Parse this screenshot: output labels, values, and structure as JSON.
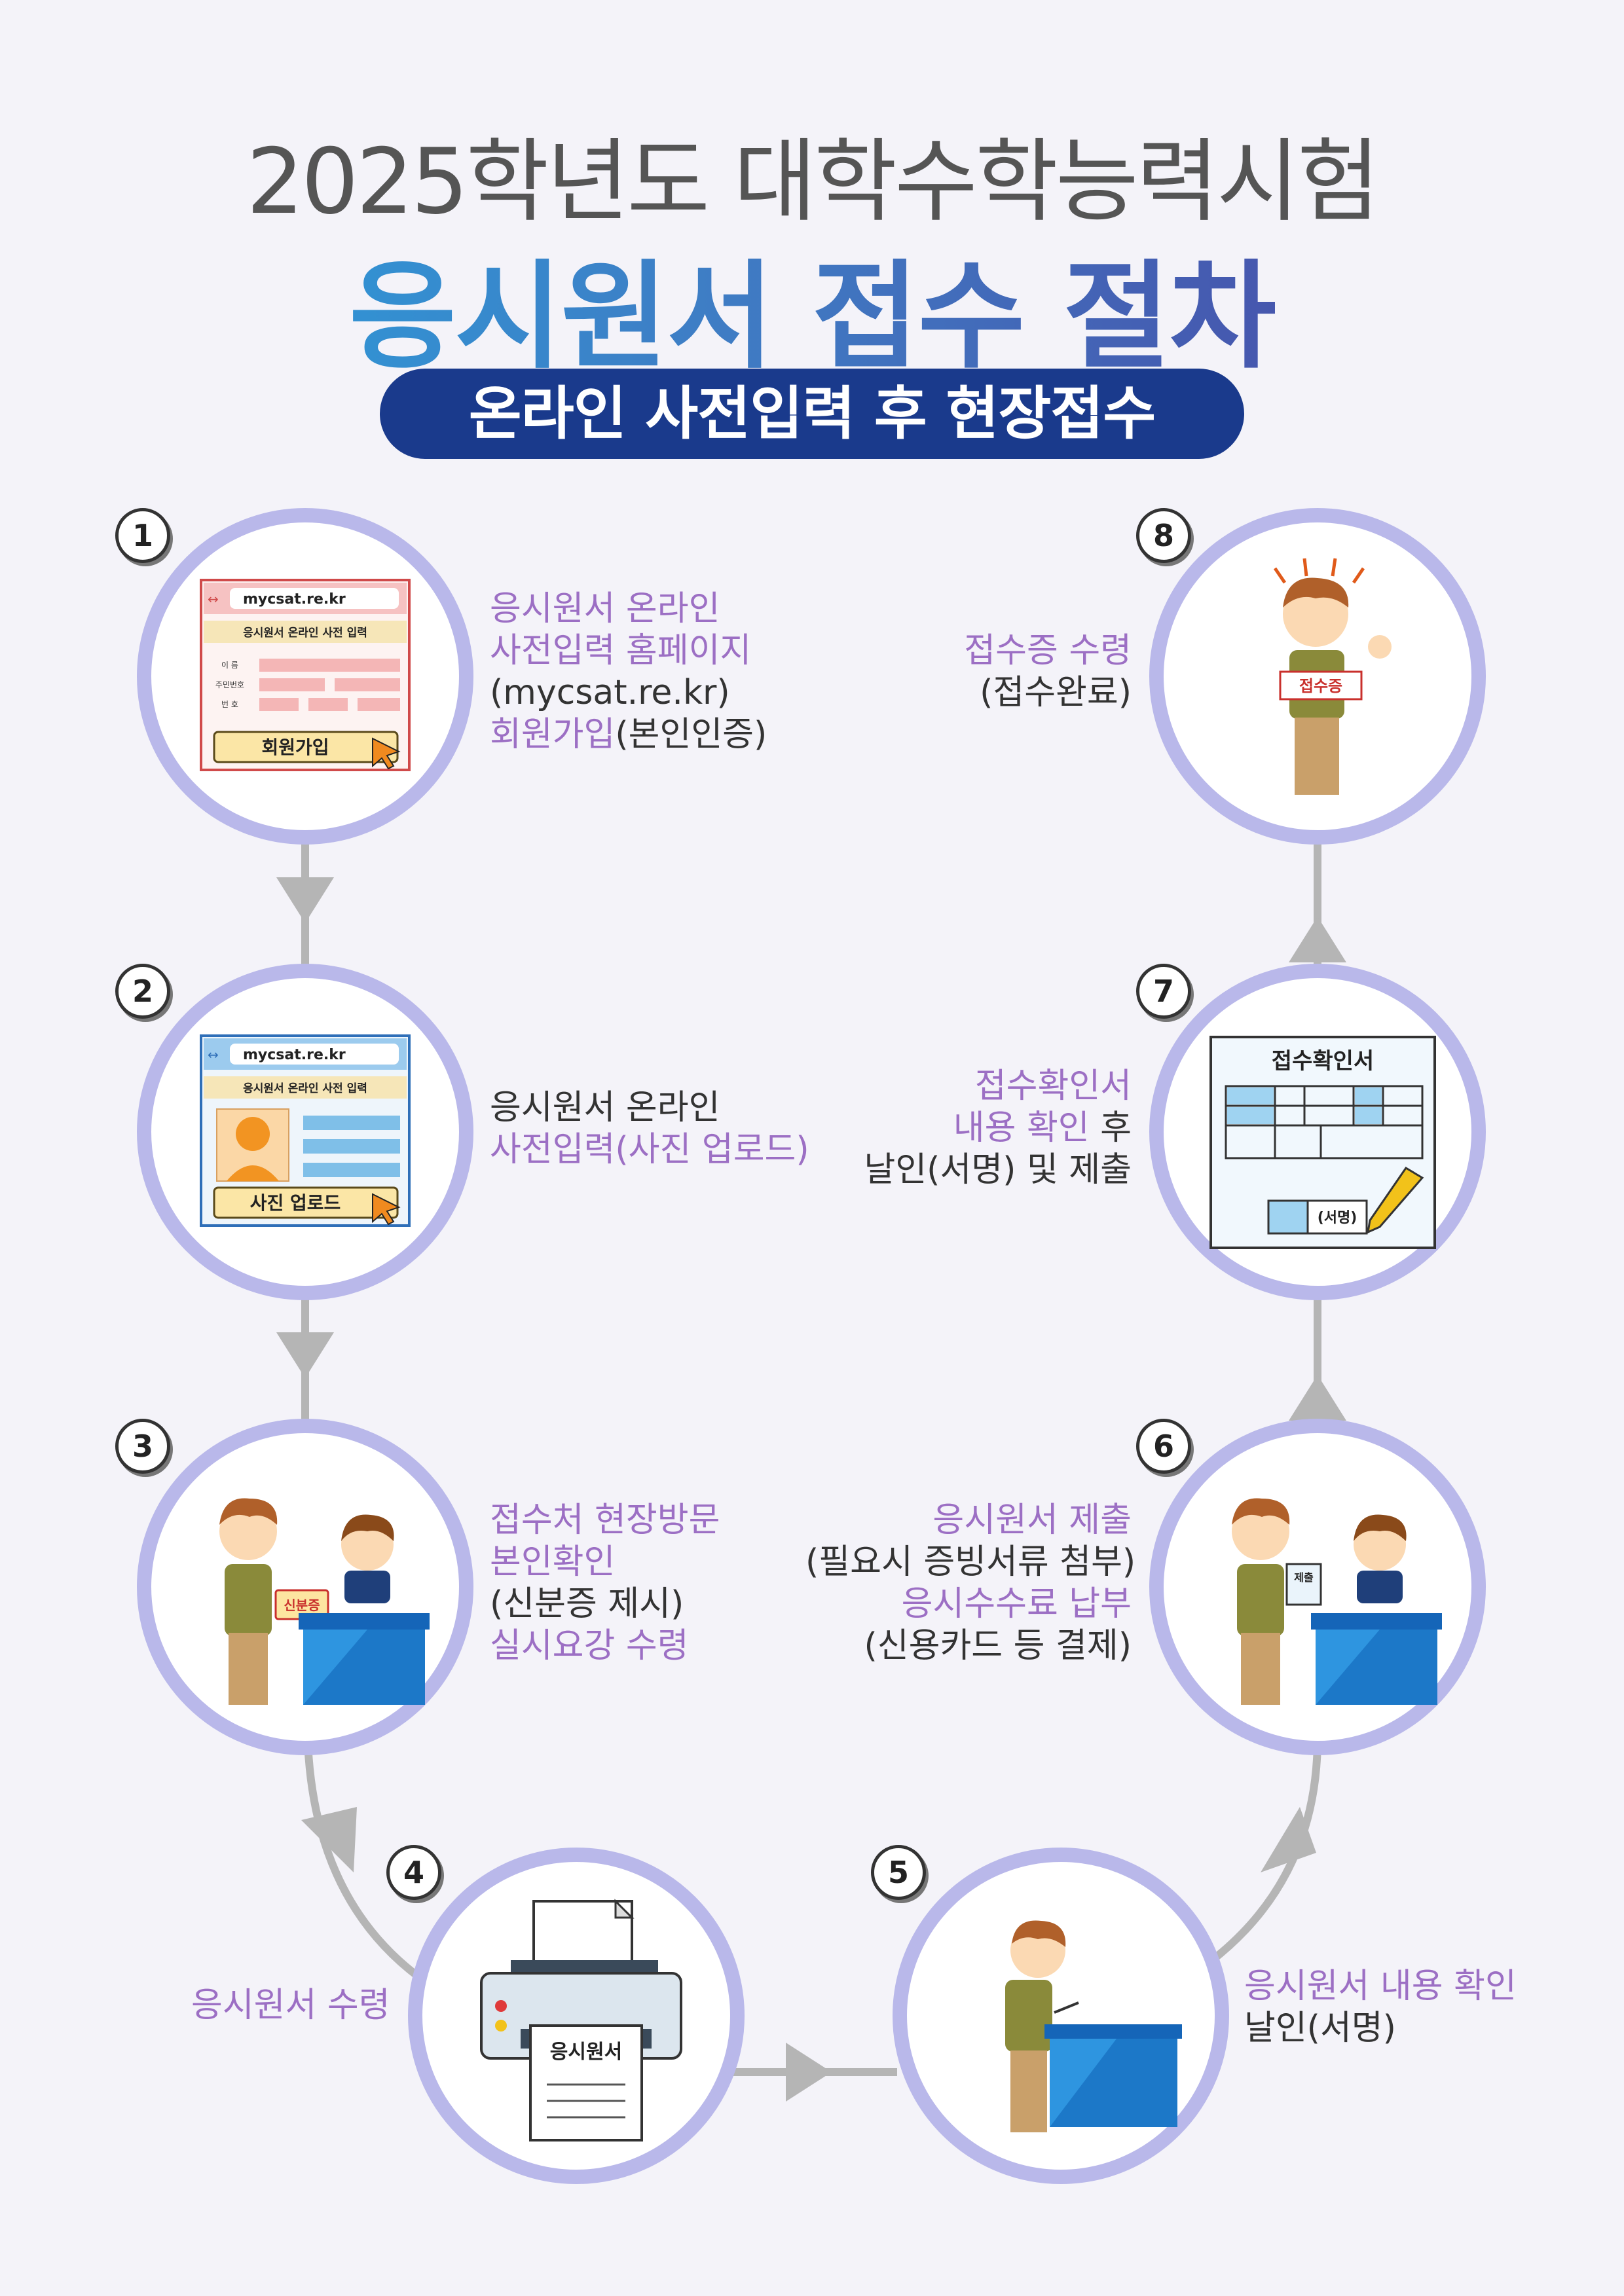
{
  "header": {
    "title_top": "2025학년도 대학수학능력시험",
    "title_main": "응시원서 접수 절차",
    "subtitle": "온라인 사전입력 후 현장접수"
  },
  "steps": [
    {
      "number": "1",
      "lines": [
        {
          "text": "응시원서 온라인",
          "highlight": true
        },
        {
          "text": "사전입력 홈페이지",
          "highlight": true
        },
        {
          "text": "(mycsat.re.kr)",
          "highlight": false
        },
        {
          "text": "회원가입",
          "highlight": true,
          "tail": "(본인인증)"
        }
      ],
      "illustration": {
        "url": "mycsat.re.kr",
        "form_title": "응시원서 온라인 사전 입력",
        "field_name": "이 름",
        "field_id": "주민번호",
        "field_num": "번 호",
        "button": "회원가입"
      }
    },
    {
      "number": "2",
      "lines": [
        {
          "text": "응시원서 온라인",
          "highlight": false
        },
        {
          "text": "사전입력(사진 업로드)",
          "highlight": true
        }
      ],
      "illustration": {
        "url": "mycsat.re.kr",
        "form_title": "응시원서 온라인 사전 입력",
        "button": "사진 업로드"
      }
    },
    {
      "number": "3",
      "lines": [
        {
          "text": "접수처 현장방문",
          "highlight": true
        },
        {
          "text": "본인확인",
          "highlight": true
        },
        {
          "text": "(신분증 제시)",
          "highlight": false
        },
        {
          "text": "실시요강 수령",
          "highlight": true
        }
      ],
      "illustration": {
        "card": "신분증"
      }
    },
    {
      "number": "4",
      "lines": [
        {
          "text": "응시원서 수령",
          "highlight": true
        }
      ],
      "illustration": {
        "paper": "응시원서"
      }
    },
    {
      "number": "5",
      "lines": [
        {
          "text": "응시원서 내용 확인",
          "highlight": true
        },
        {
          "text": "날인(서명)",
          "highlight": false
        }
      ]
    },
    {
      "number": "6",
      "lines": [
        {
          "text": "응시원서 제출",
          "highlight": true
        },
        {
          "text": "(필요시 증빙서류 첨부)",
          "highlight": false
        },
        {
          "text": "응시수수료 납부",
          "highlight": true
        },
        {
          "text": "(신용카드 등 결제)",
          "highlight": false
        }
      ],
      "illustration": {
        "doc": "제출"
      }
    },
    {
      "number": "7",
      "lines": [
        {
          "text": "접수확인서",
          "highlight": true
        },
        {
          "text": "내용 확인",
          "highlight": true,
          "tail": " 후"
        },
        {
          "text": "날인(서명) 및 제출",
          "highlight": false
        }
      ],
      "illustration": {
        "form_title": "접수확인서",
        "sign": "(서명)"
      }
    },
    {
      "number": "8",
      "lines": [
        {
          "text": "접수증 수령",
          "highlight": true
        },
        {
          "text": "(접수완료)",
          "highlight": false
        }
      ],
      "illustration": {
        "sign": "접수증"
      }
    }
  ],
  "colors": {
    "circle_border": "#b9b8ea",
    "highlight": "#9c6fc4",
    "pill": "#1a3a8c",
    "arrow": "#b5b5b5"
  }
}
